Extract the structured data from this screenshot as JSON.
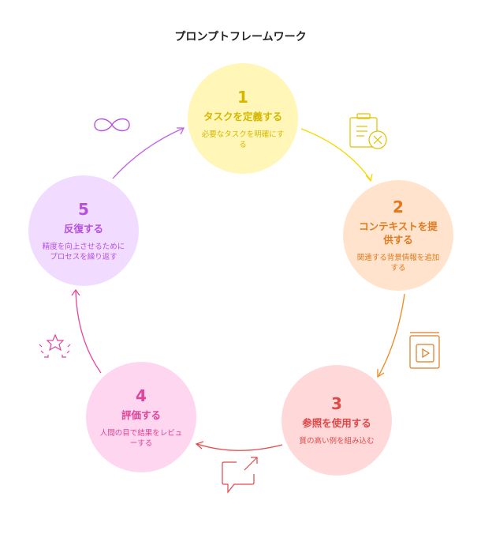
{
  "title": "プロンプトフレームワーク",
  "steps": [
    {
      "number": "1",
      "heading": "タスクを定義する",
      "description": "必要なタスクを明確にする",
      "color": "#d4b800",
      "bg": "#fff6b8",
      "icon": "clipboard-x-icon"
    },
    {
      "number": "2",
      "heading": "コンテキストを提供する",
      "description": "関連する背景情報を追加する",
      "color": "#e07a20",
      "bg": "#ffe3cc",
      "icon": "video-book-icon"
    },
    {
      "number": "3",
      "heading": "参照を使用する",
      "description": "質の高い例を組み込む",
      "color": "#e04848",
      "bg": "#ffd9d9",
      "icon": "chat-share-icon"
    },
    {
      "number": "4",
      "heading": "評価する",
      "description": "人間の目で結果をレビューする",
      "color": "#e0449a",
      "bg": "#ffd6ef",
      "icon": "star-rating-icon"
    },
    {
      "number": "5",
      "heading": "反復する",
      "description": "精度を向上させるためにプロセスを繰り返す",
      "color": "#b550e0",
      "bg": "#f1dcff",
      "icon": "infinity-loop-icon"
    }
  ]
}
